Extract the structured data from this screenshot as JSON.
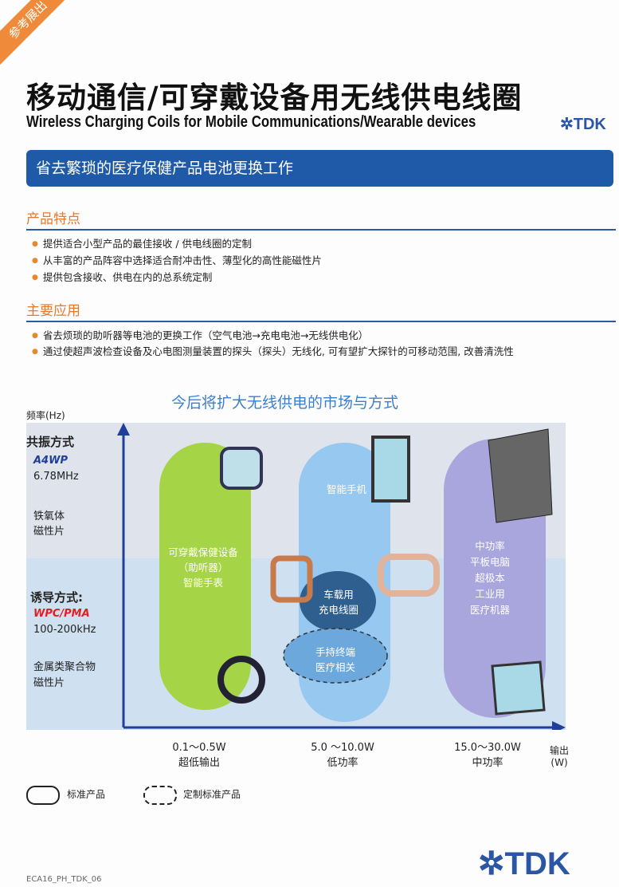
{
  "corner_tag": "参考展出",
  "title_cn": "移动通信/可穿戴设备用无线供电线圈",
  "title_en": "Wireless Charging Coils for Mobile Communications/Wearable devices",
  "brand": "TDK",
  "banner": "省去繁琐的医疗保健产品电池更换工作",
  "features": {
    "heading": "产品特点",
    "items": [
      "提供适合小型产品的最佳接收 / 供电线圈的定制",
      "从丰富的产品阵容中选择适合耐冲击性、薄型化的高性能磁性片",
      "提供包含接收、供电在内的总系统定制"
    ]
  },
  "applications": {
    "heading": "主要应用",
    "items": [
      "省去烦琐的助听器等电池的更换工作（空气电池→充电电池→无线供电化）",
      "通过使超声波检查设备及心电图测量装置的探头（探头）无线化, 可有望扩大探针的可移动范围, 改善清洗性"
    ]
  },
  "diagram": {
    "title": "今后将扩大无线供电的市场与方式",
    "y_axis": "频率(Hz)",
    "resonance": {
      "label": "共振方式",
      "std": "A4WP",
      "freq": "6.78MHz",
      "material": [
        "铁氧体",
        "磁性片"
      ]
    },
    "induction": {
      "label": "诱导方式:",
      "std": "WPC/PMA",
      "freq": "100-200kHz",
      "material": [
        "金属类聚合物",
        "磁性片"
      ]
    },
    "green_pill": [
      "可穿戴保健设备",
      "（助听器）",
      "智能手表"
    ],
    "blue_pill": "智能手机",
    "car": [
      "车载用",
      "充电线圈"
    ],
    "handheld": [
      "手持终端",
      "医疗相关"
    ],
    "purple_pill": [
      "中功率",
      "平板电脑",
      "超极本",
      "工业用",
      "医疗机器"
    ],
    "x_ticks": [
      {
        "range": "0.1～0.5W",
        "name": "超低输出"
      },
      {
        "range": "5.0 ～10.0W",
        "name": "低功率"
      },
      {
        "range": "15.0～30.0W",
        "name": "中功率"
      }
    ],
    "x_axis": [
      "输出",
      "(W)"
    ],
    "legend": {
      "standard": "标准产品",
      "custom": "定制标准产品"
    }
  },
  "footer_code": "ECA16_PH_TDK_06"
}
